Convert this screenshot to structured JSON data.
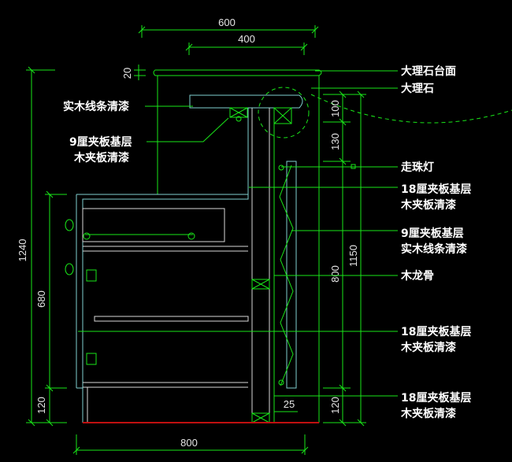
{
  "drawing": {
    "dimensions": {
      "top_600": "600",
      "top_400": "400",
      "countertop_20": "20",
      "left_1240": "1240",
      "left_680": "680",
      "left_120": "120",
      "bottom_800": "800",
      "right_100": "100",
      "right_130": "130",
      "right_800": "800",
      "right_120": "120",
      "right_1150": "1150",
      "gap_25": "25"
    },
    "left_labels": {
      "solid_wood_trim": "实木线条清漆",
      "ply9_base": "9厘夹板基层",
      "wood_veneer": "木夹板清漆"
    },
    "right_labels": [
      {
        "line1": "大理石台面"
      },
      {
        "line1": "大理石"
      },
      {
        "line1": "走珠灯"
      },
      {
        "line1": "18厘夹板基层",
        "line2": "木夹板清漆"
      },
      {
        "line1": "9厘夹板基层",
        "line2": "实木线条清漆"
      },
      {
        "line1": "木龙骨"
      },
      {
        "line1": "18厘夹板基层",
        "line2": "木夹板清漆"
      },
      {
        "line1": "18厘夹板基层",
        "line2": "木夹板清漆"
      }
    ],
    "colors": {
      "background": "#000000",
      "line": "#19e619",
      "panel": "#d8d8d8",
      "floor": "#c01010"
    }
  }
}
